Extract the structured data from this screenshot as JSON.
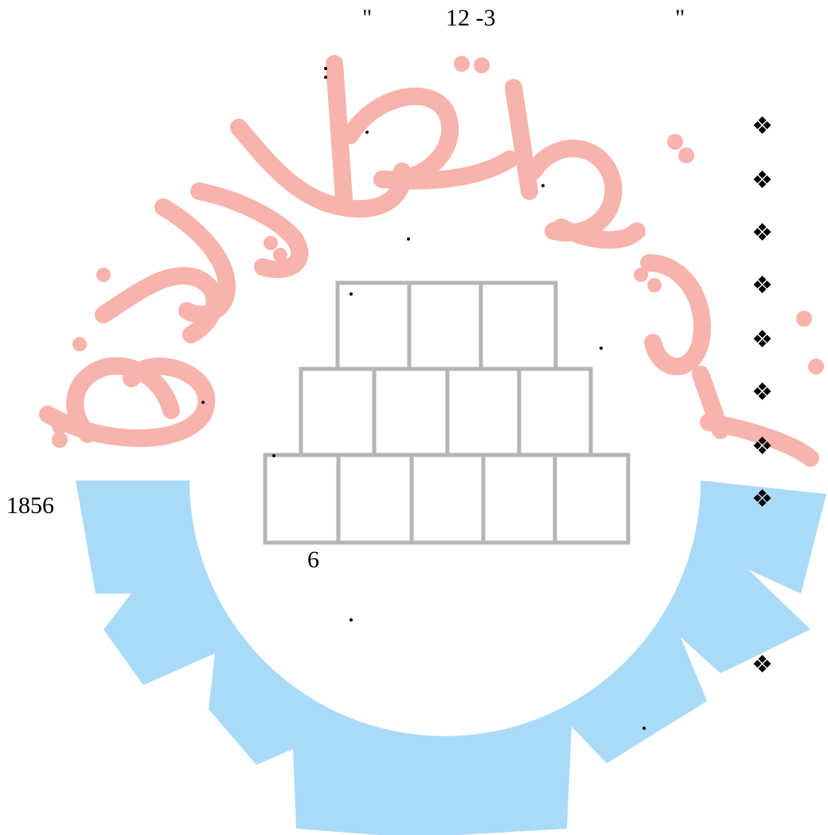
{
  "header": {
    "quote_open": "\"",
    "caption": "12  -3",
    "quote_close": "\""
  },
  "figure": {
    "number_label": "6",
    "side_number": "1856"
  },
  "bullet_glyph": "❖",
  "colors": {
    "watermark_text": "#f7b3ac",
    "watermark_gear": "#a9dbf8",
    "grid": "#b5b5b5"
  },
  "icons": [
    "logo-watermark-icon",
    "bullet-diamond-icon"
  ]
}
